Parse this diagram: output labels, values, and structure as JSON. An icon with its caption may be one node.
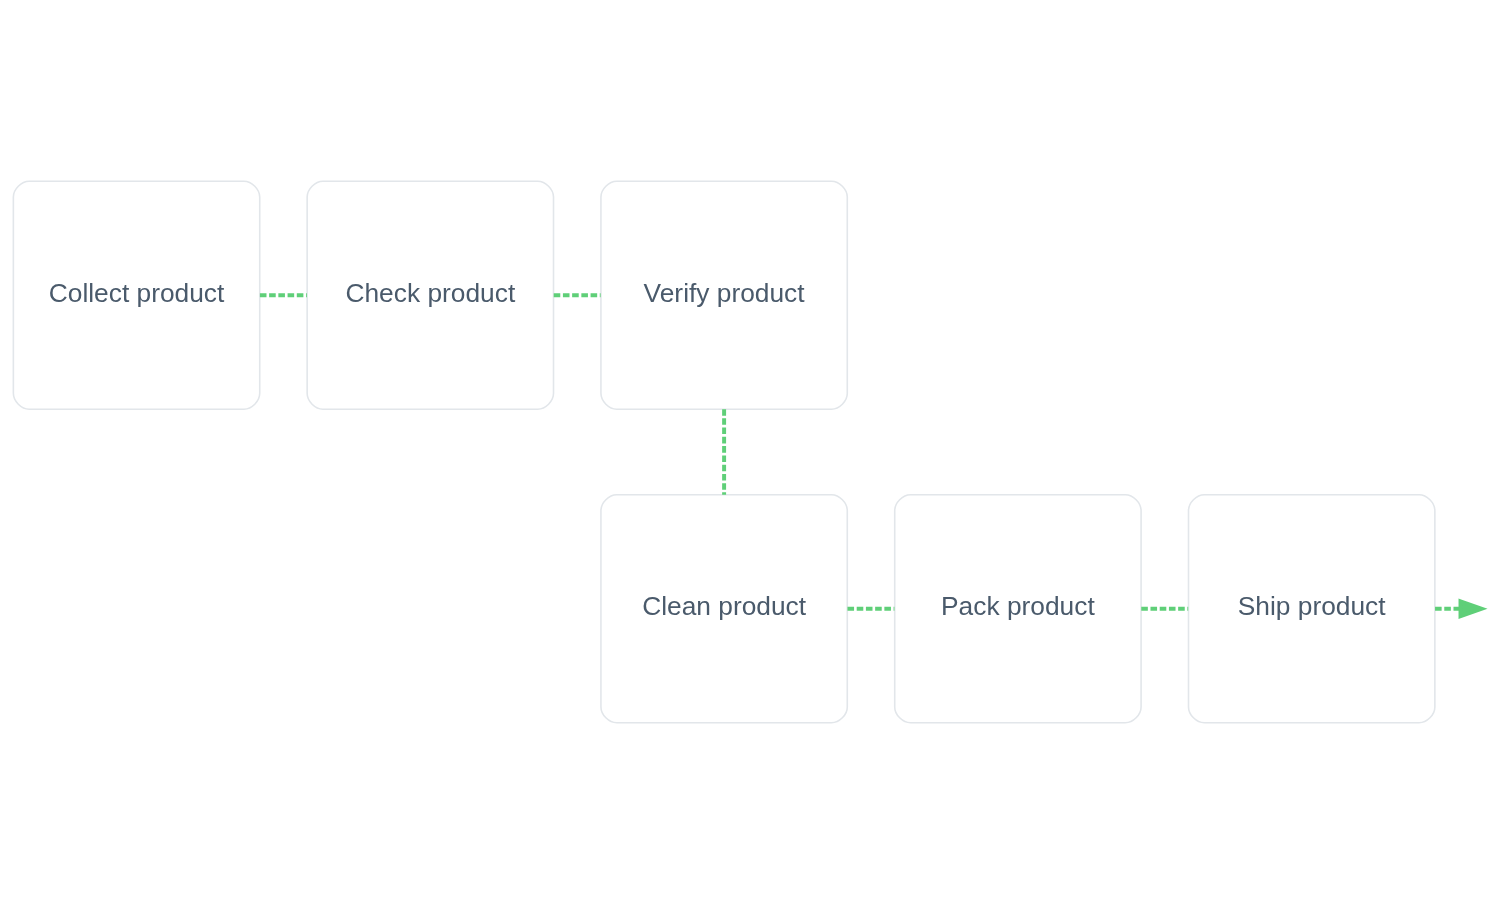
{
  "diagram": {
    "nodes": [
      {
        "text": [
          "Collect product"
        ]
      },
      {
        "text": [
          "Check product"
        ]
      },
      {
        "text": [
          "Verify product"
        ]
      },
      {
        "text": [
          "Clean product"
        ]
      },
      {
        "text": [
          "Pack product"
        ]
      },
      {
        "text": [
          "Ship product"
        ]
      }
    ],
    "edges": [
      {
        "from": 0,
        "to": 1,
        "arrow": "none",
        "style": "dashed"
      },
      {
        "from": 1,
        "to": 2,
        "arrow": "none",
        "style": "dashed"
      },
      {
        "from": 2,
        "to": 3,
        "arrow": "none",
        "style": "dashed"
      },
      {
        "from": 3,
        "to": 4,
        "arrow": "none",
        "style": "dashed"
      },
      {
        "from": 4,
        "to": 5,
        "arrow": "none",
        "style": "dashed"
      },
      {
        "from": 5,
        "to": null,
        "arrow": "to",
        "style": "dashed"
      }
    ]
  }
}
